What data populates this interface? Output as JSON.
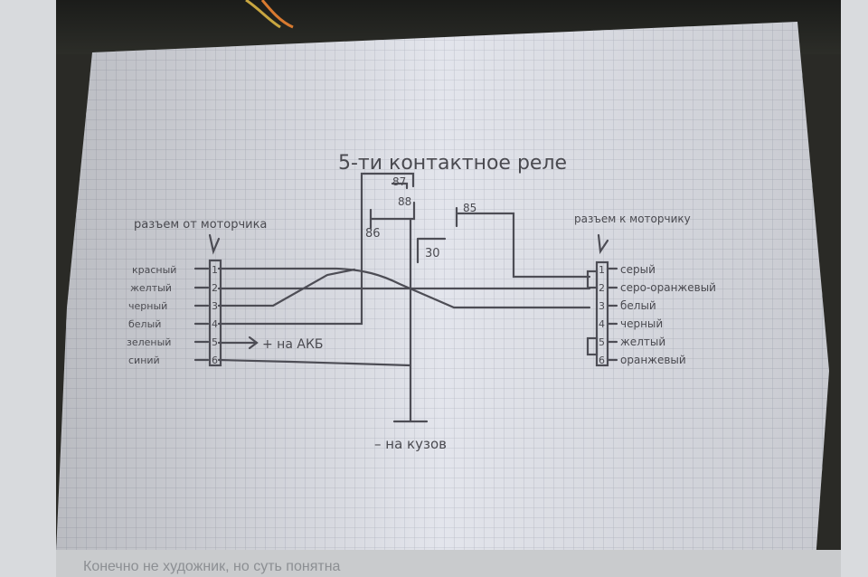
{
  "photo": {
    "title": "5-ти контактное реле",
    "caption": "Конечно не художник, но суть понятна"
  },
  "relay": {
    "pin_87": "87",
    "pin_88": "88",
    "pin_86": "86",
    "pin_85": "85",
    "pin_30": "30"
  },
  "left_connector": {
    "title": "разъем от моторчика",
    "pins": [
      {
        "num": "1",
        "color": "красный"
      },
      {
        "num": "2",
        "color": "желтый"
      },
      {
        "num": "3",
        "color": "черный"
      },
      {
        "num": "4",
        "color": "белый"
      },
      {
        "num": "5",
        "color": "зеленый"
      },
      {
        "num": "6",
        "color": "синий"
      }
    ],
    "battery_label": "+ на АКБ"
  },
  "right_connector": {
    "title": "разъем к моторчику",
    "pins": [
      {
        "num": "1",
        "color": "серый"
      },
      {
        "num": "2",
        "color": "серо-оранжевый"
      },
      {
        "num": "3",
        "color": "белый"
      },
      {
        "num": "4",
        "color": "черный"
      },
      {
        "num": "5",
        "color": "желтый"
      },
      {
        "num": "6",
        "color": "оранжевый"
      }
    ]
  },
  "ground_label": "– на кузов"
}
